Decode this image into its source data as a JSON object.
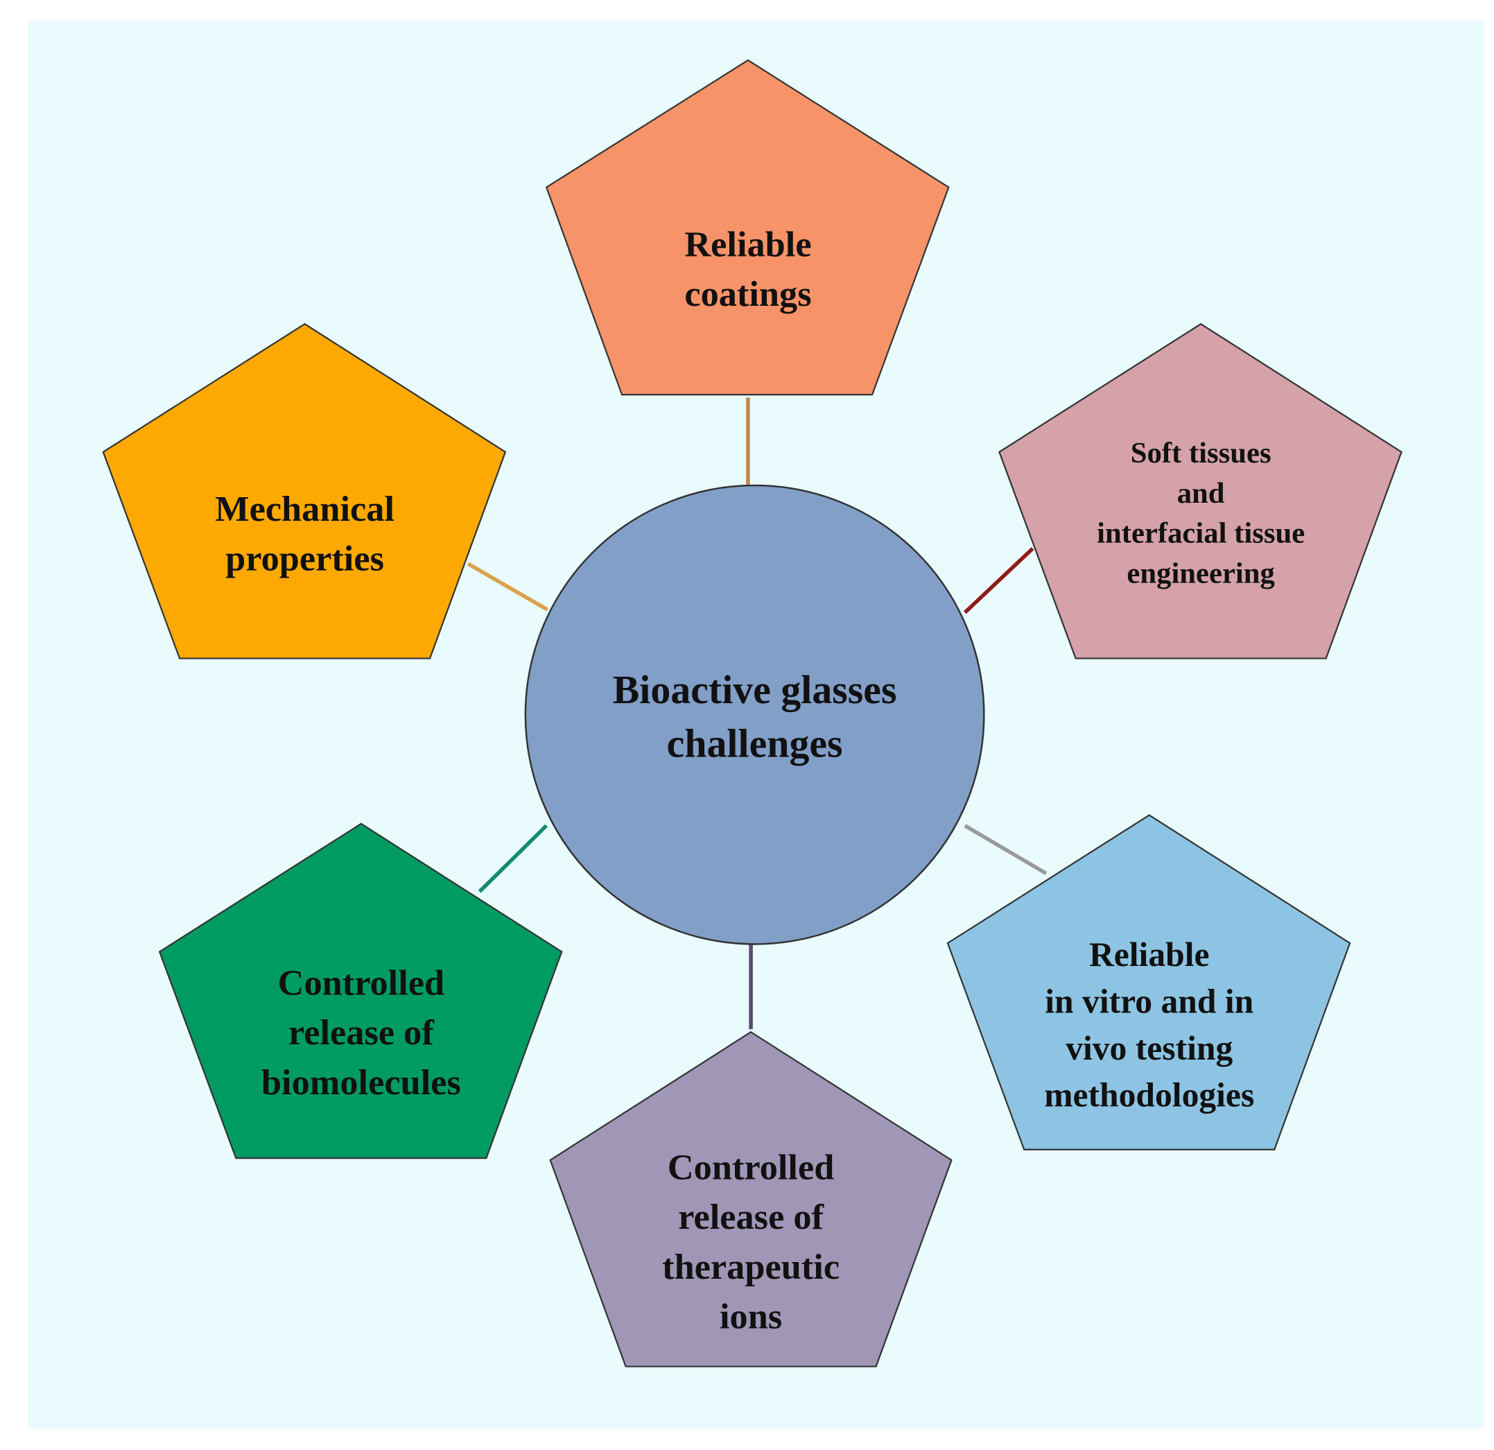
{
  "colors": {
    "background": "#e9fbfc",
    "outline": "#333333",
    "hub": "#829fc8"
  },
  "hub": {
    "lines": [
      "Bioactive glasses",
      "challenges"
    ]
  },
  "nodes": [
    {
      "key": "top",
      "lines": [
        "Reliable",
        "coatings"
      ],
      "fill": "#f79369",
      "connector": "#c08550"
    },
    {
      "key": "upper-left",
      "lines": [
        "Mechanical",
        "properties"
      ],
      "fill": "#fea901",
      "connector": "#d9a24a"
    },
    {
      "key": "upper-right",
      "lines": [
        "Soft tissues",
        "and",
        "interfacial tissue",
        "engineering"
      ],
      "fill": "#d4a2a8",
      "connector": "#8f1a17"
    },
    {
      "key": "lower-left",
      "lines": [
        "Controlled",
        "release of",
        "biomolecules"
      ],
      "fill": "#009b63",
      "connector": "#148a72"
    },
    {
      "key": "bottom",
      "lines": [
        "Controlled",
        "release of",
        "therapeutic",
        "ions"
      ],
      "fill": "#a096b6",
      "connector": "#5a4a72"
    },
    {
      "key": "lower-right",
      "lines": [
        "Reliable",
        "in vitro and in",
        "vivo testing",
        "methodologies"
      ],
      "fill": "#8ec4e3",
      "connector": "#9a9a9a"
    }
  ]
}
